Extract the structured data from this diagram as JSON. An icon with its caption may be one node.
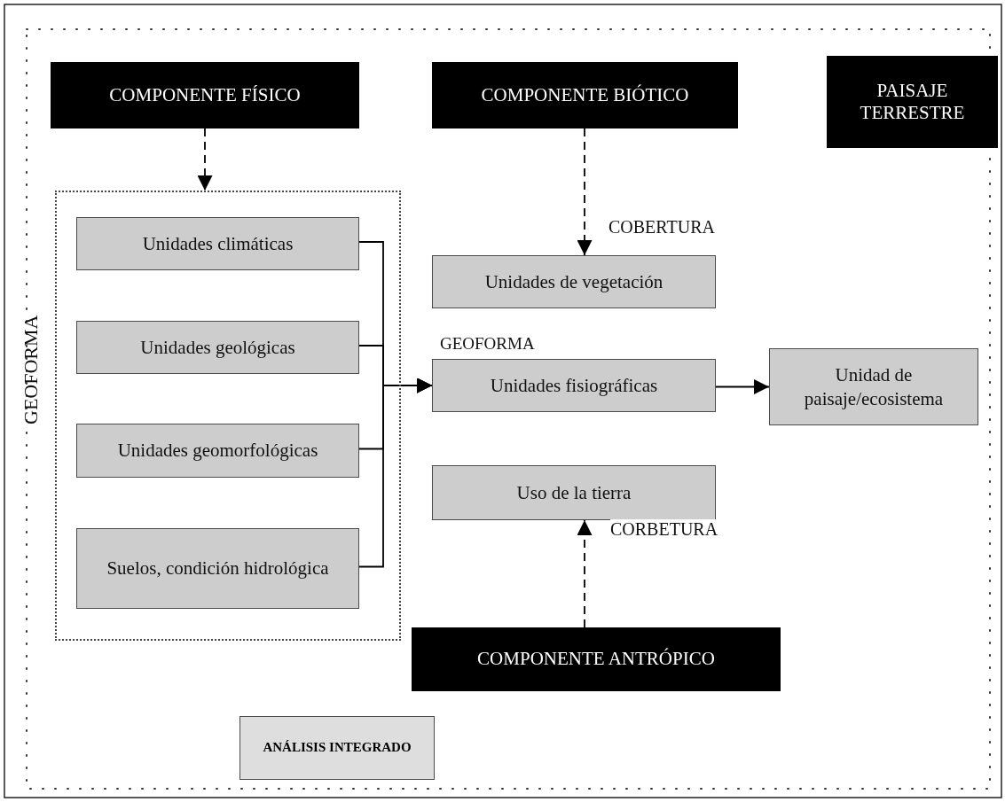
{
  "diagram": {
    "nodes": [
      {
        "text": [
          "COMPONENTE FÍSICO"
        ]
      },
      {
        "text": [
          "COMPONENTE BIÓTICO"
        ]
      },
      {
        "text": [
          "PAISAJE TERRESTRE"
        ]
      },
      {
        "text": [
          "GEOFORMA"
        ]
      },
      {
        "text": [
          "Unidades climáticas"
        ],
        "in": 3
      },
      {
        "text": [
          "Unidades geológicas"
        ],
        "in": 3
      },
      {
        "text": [
          "Unidades geomorfológicas"
        ],
        "in": 3
      },
      {
        "text": [
          "Suelos, condición hidrológica"
        ],
        "in": 3
      },
      {
        "text": [
          "Unidades de vegetación"
        ]
      },
      {
        "text": [
          "GEOFORMA",
          "Unidades fisiográficas"
        ]
      },
      {
        "text": [
          "Unidad de paisaje/ecosistema"
        ]
      },
      {
        "text": [
          "Uso de la tierra"
        ]
      },
      {
        "text": [
          "COMPONENTE ANTRÓPICO"
        ]
      },
      {
        "text": [
          "ANÁLISIS INTEGRADO"
        ]
      }
    ],
    "edges": [
      {
        "from": 0,
        "to": 3,
        "arrow": "to",
        "style": "dashed"
      },
      {
        "from": 1,
        "to": 8,
        "arrow": "to",
        "style": "dashed",
        "label": "COBERTURA"
      },
      {
        "from": 12,
        "to": 11,
        "arrow": "to",
        "style": "dashed",
        "label": "CORBETURA"
      },
      {
        "from": 4,
        "to": 9,
        "arrow": "to"
      },
      {
        "from": 5,
        "to": 9,
        "arrow": "to"
      },
      {
        "from": 6,
        "to": 9,
        "arrow": "to"
      },
      {
        "from": 7,
        "to": 9,
        "arrow": "to"
      },
      {
        "from": 9,
        "to": 10,
        "arrow": "to"
      }
    ]
  }
}
